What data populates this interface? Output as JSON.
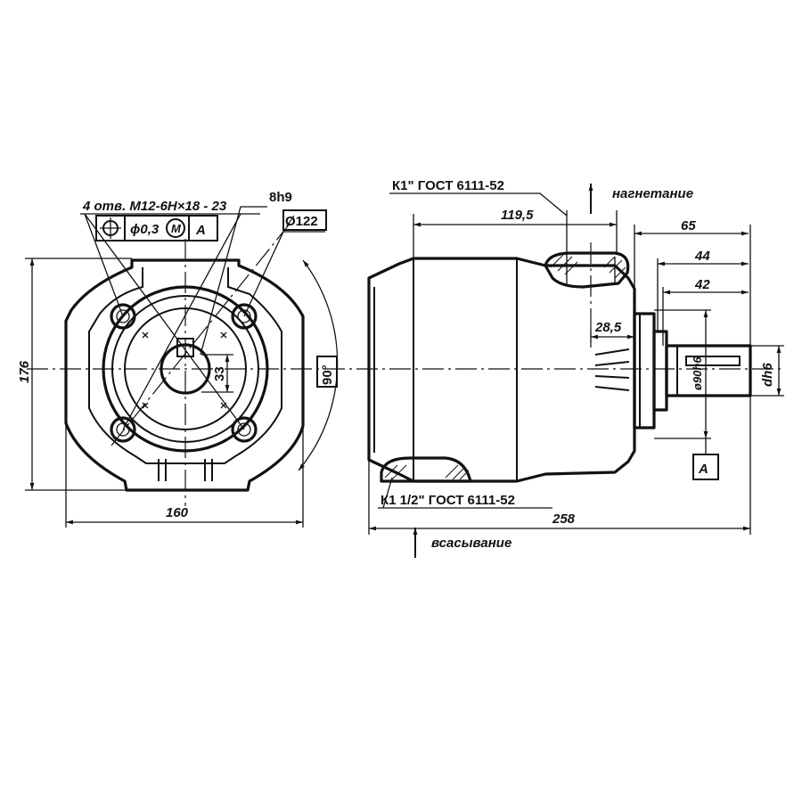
{
  "front_view": {
    "holes_note": "4 отв. M12-6H×18 - 23",
    "tolerance_value": "ϕ0,3",
    "tolerance_modifier": "M",
    "datum": "A",
    "key_width": "8h9",
    "flange_diameter": "Ø122",
    "shaft_key_height": "33",
    "height": "176",
    "width": "160",
    "angle": "90°"
  },
  "side_view": {
    "outlet_thread": "К1\" ГОСТ 6111-52",
    "outlet_label": "нагнетание",
    "inlet_thread": "К1 1/2\" ГОСТ 6111-52",
    "inlet_label": "всасывание",
    "dim_119_5": "119,5",
    "dim_65": "65",
    "dim_44": "44",
    "dim_42": "42",
    "dim_28_5": "28,5",
    "shaft_fit": "ø90h6",
    "shaft_dia": "dh6",
    "datum": "A",
    "overall_length": "258"
  }
}
